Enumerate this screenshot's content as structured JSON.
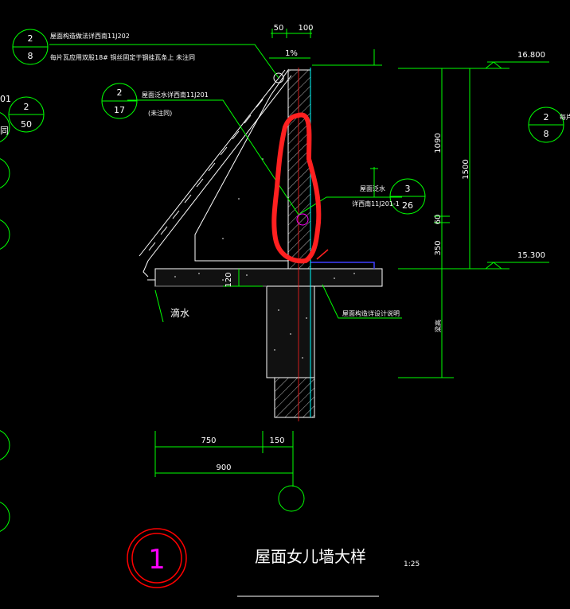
{
  "drawing": {
    "title": "屋面女儿墙大样",
    "scale": "1:25",
    "detail_number": "1"
  },
  "callouts": {
    "top_left": {
      "num": "2",
      "den": "8",
      "line1": "屋面构造做法详西南11J202",
      "line2": "每片瓦应用双股18# 铜丝固定于钢挂瓦条上  未注同"
    },
    "mid_left": {
      "num": "2",
      "den": "17",
      "line1": "屋面泛水详西南11J201",
      "line2": "(未注同)"
    },
    "far_left": {
      "num": "2",
      "den": "50",
      "edge_text": "01"
    },
    "right": {
      "num": "3",
      "den": "26",
      "line1": "屋面泛水",
      "line2": "详西南11J201-1"
    },
    "far_right": {
      "num": "2",
      "den": "8",
      "edge_text": "每片"
    },
    "slab_note": "屋面构造详设计说明",
    "drip": "滴水",
    "left_edge_char": "同",
    "side_label": "梁高"
  },
  "dimensions": {
    "top": [
      "50",
      "100"
    ],
    "slope": "1%",
    "slab_thickness": "120",
    "bottom": [
      "750",
      "150",
      "900"
    ],
    "right_vertical": [
      "1090",
      "60",
      "350",
      "1500"
    ],
    "elevations": [
      "16.800",
      "15.300"
    ]
  },
  "colors": {
    "background": "#000000",
    "green": "#00ff00",
    "white": "#ffffff",
    "cyan": "#00ffff",
    "red_highlight": "#ff2020",
    "red_circle": "#ff0000",
    "magenta": "#ff00ff",
    "blue": "#4040ff"
  }
}
